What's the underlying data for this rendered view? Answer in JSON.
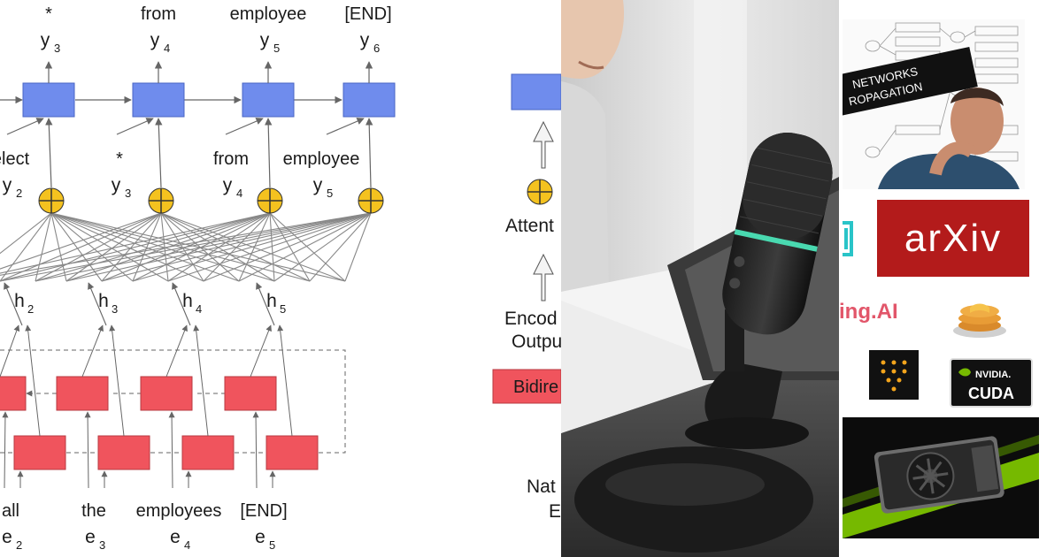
{
  "decoder_outputs": [
    {
      "word": "*",
      "var": "y",
      "sub": "3"
    },
    {
      "word": "from",
      "var": "y",
      "sub": "4"
    },
    {
      "word": "employee",
      "var": "y",
      "sub": "5"
    },
    {
      "word": "[END]",
      "var": "y",
      "sub": "6"
    }
  ],
  "decoder_inputs": [
    {
      "word": "elect",
      "var": "y",
      "sub": "2"
    },
    {
      "word": "*",
      "var": "y",
      "sub": "3"
    },
    {
      "word": "from",
      "var": "y",
      "sub": "4"
    },
    {
      "word": "employee",
      "var": "y",
      "sub": "5"
    }
  ],
  "hidden_states": [
    {
      "var": "h",
      "sub": "2"
    },
    {
      "var": "h",
      "sub": "3"
    },
    {
      "var": "h",
      "sub": "4"
    },
    {
      "var": "h",
      "sub": "5"
    }
  ],
  "encoder_inputs": [
    {
      "word": "all",
      "var": "e",
      "sub": "2"
    },
    {
      "word": "the",
      "var": "e",
      "sub": "3"
    },
    {
      "word": "employees",
      "var": "e",
      "sub": "4"
    },
    {
      "word": "[END]",
      "var": "e",
      "sub": "5"
    }
  ],
  "schematic": {
    "attention_label": "Attent",
    "encoder_output_line1": "Encod",
    "encoder_output_line2": "Outpu",
    "bidirectional_label": "Bidire",
    "natural_line1": "Nat",
    "natural_line2": "E"
  },
  "collage": {
    "banner_line1": "NETWORKS",
    "banner_line2": "ROPAGATION",
    "arxiv_logo": "arXiv",
    "hf_partial": "ing.AI",
    "nvidia_label": "NVIDIA.",
    "cuda_label": "CUDA"
  },
  "colors": {
    "decoder_cell": "#6f8ced",
    "encoder_cell": "#f0545d",
    "attention_node": "#f4c21f",
    "arxiv_red": "#b31b1b",
    "nvidia_green": "#76b900"
  }
}
